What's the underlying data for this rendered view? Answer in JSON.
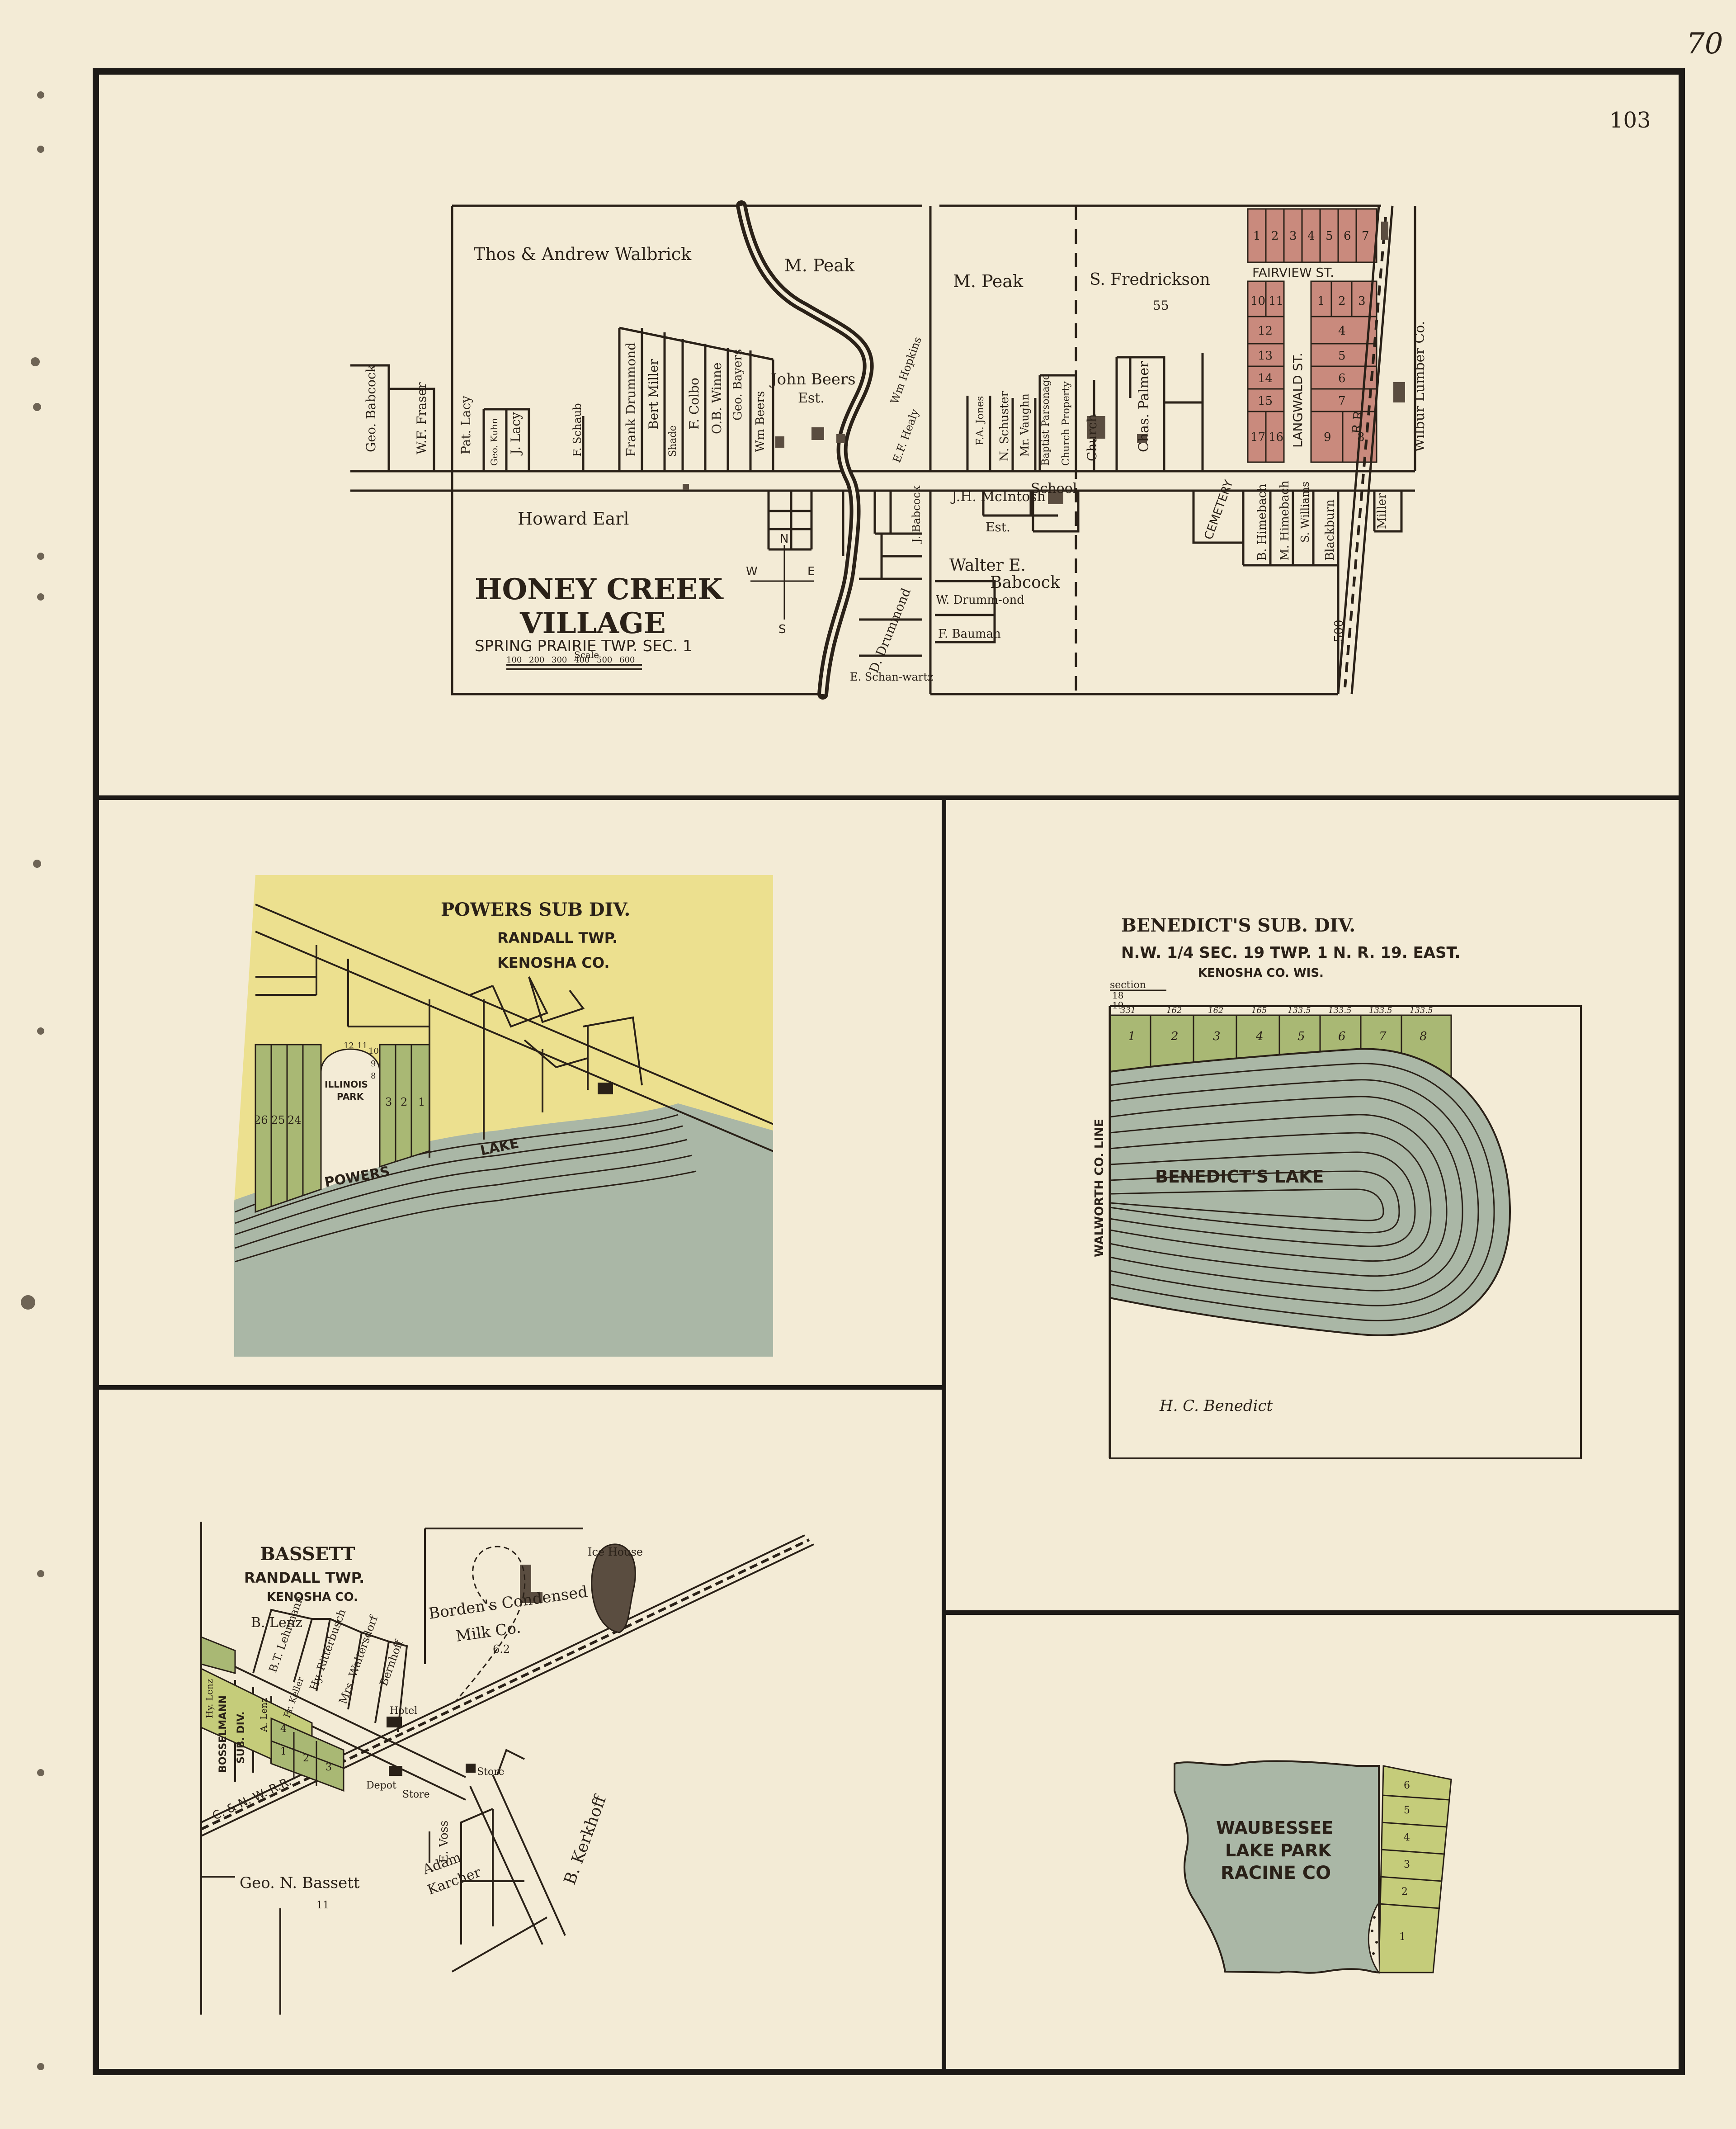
{
  "page": {
    "page_number": "103",
    "corner_note": "70"
  },
  "honey_creek": {
    "title_line1": "HONEY CREEK",
    "title_line2": "VILLAGE",
    "subtitle": "SPRING PRAIRIE TWP. SEC. 1",
    "scale_label": "Scale",
    "scale_ticks": [
      "100",
      "200",
      "300",
      "400",
      "500",
      "600"
    ],
    "compass": {
      "n": "N",
      "s": "S",
      "e": "E",
      "w": "W"
    },
    "labels": {
      "walbrick": "Thos & Andrew Walbrick",
      "m_peak_1": "M. Peak",
      "m_peak_2": "M. Peak",
      "fredrickson": "S. Fredrickson",
      "fredrickson_num": "55",
      "fairview": "FAIRVIEW ST.",
      "langwald": "LANGWALD ST.",
      "railroad": "R.R.",
      "wilbur": "Wilbur Lumber Co.",
      "john_beers": "John Beers",
      "john_beers_est": "Est.",
      "howard_earl": "Howard Earl",
      "jh_mcintosh": "J.H. McIntosh",
      "mcintosh_est": "Est.",
      "school": "School",
      "church": "Church",
      "chas_palmer": "Chas. Palmer",
      "cemetery": "CEMETERY",
      "walter_babcock_1": "Walter E.",
      "walter_babcock_2": "Babcock",
      "w_drummond": "W. Drumm-ond",
      "bauman": "F. Bauman",
      "d_drummond": "D. Drummond",
      "e_schanwartz": "E. Schan-wartz",
      "miller": "Miller",
      "num_500": "500"
    },
    "vertical_names": [
      "Geo. Babcock",
      "W.F. Fraser",
      "Pat. Lacy",
      "Geo. Kuhn",
      "J. Lacy",
      "F. Schaub",
      "Frank Drummond",
      "Bert Miller",
      "Shade",
      "F. Colbo",
      "O.B. Winne",
      "Geo. Bayers",
      "Wm Beers",
      "Wm Hopkins",
      "E.F. Healy",
      "F.A. Jones",
      "N. Schuster",
      "Mr. Vaughn",
      "Baptist Parsonage",
      "Church Property",
      "J. Babcock",
      "B. Himebach",
      "M. Himebach",
      "S. Williams",
      "Blackburn"
    ],
    "town_lot_numbers_row1": [
      "1",
      "2",
      "3",
      "4",
      "5",
      "6",
      "7"
    ],
    "town_lot_numbers_row2": [
      "10",
      "11",
      "1",
      "2",
      "3"
    ],
    "town_lot_numbers_col_w": [
      "12",
      "13",
      "14",
      "15",
      "17",
      "16"
    ],
    "town_lot_numbers_col_e": [
      "4",
      "5",
      "6",
      "7",
      "9",
      "8"
    ]
  },
  "powers": {
    "title": "POWERS SUB DIV.",
    "line2": "RANDALL TWP.",
    "line3": "KENOSHA CO.",
    "park_line1": "ILLINOIS",
    "park_line2": "PARK",
    "lake_word1": "POWERS",
    "lake_word2": "LAKE",
    "lots": [
      "26",
      "25",
      "24",
      "3",
      "2",
      "1",
      "12",
      "11",
      "10",
      "9",
      "8"
    ]
  },
  "benedict": {
    "title": "BENEDICT'S SUB. DIV.",
    "line2": "N.W. 1/4 SEC. 19 TWP. 1 N. R. 19. EAST.",
    "line3": "KENOSHA CO. WIS.",
    "section_label": "section",
    "section_nums": [
      "18",
      "19"
    ],
    "county_line": "WALWORTH CO. LINE",
    "lake_name": "BENEDICT'S LAKE",
    "owner": "H. C. Benedict",
    "lots": [
      "1",
      "2",
      "3",
      "4",
      "5",
      "6",
      "7",
      "8"
    ],
    "frontage": [
      "331",
      "162",
      "162",
      "165",
      "133.5",
      "133.5",
      "133.5",
      "133.5"
    ]
  },
  "bassett": {
    "title": "BASSETT",
    "line2": "RANDALL TWP.",
    "line3": "KENOSHA CO.",
    "labels": {
      "b_lenz": "B. Lenz",
      "bordens_1": "Borden's Condensed",
      "bordens_2": "Milk Co.",
      "bordens_num": "6.2",
      "ice_house": "Ice House",
      "hotel": "Hotel",
      "depot": "Depot",
      "store_1": "Store",
      "store_2": "Store",
      "railway": "C. & N. W. R.R.",
      "geo_bassett": "Geo. N. Bassett",
      "geo_bassett_num": "11",
      "adam_karcher_1": "Adam",
      "adam_karcher_2": "Karcher",
      "b_kerkhoff": "B. Kerkhoff",
      "e_voss": "E. Voss",
      "bosselmann": "BOSSELMANN",
      "sub_div": "SUB. DIV."
    },
    "vertical_names": [
      "B.T. Lehrmann",
      "Hy. Ritterbusch",
      "Mrs. Waltersdorf",
      "Bernhoff",
      "Hy. Lenz",
      "A. Lenz",
      "Fr. Keller"
    ],
    "lots": [
      "1",
      "2",
      "3",
      "4"
    ]
  },
  "waubessee": {
    "line1": "WAUBESSEE",
    "line2": "LAKE PARK",
    "line3": "RACINE CO",
    "lots": [
      "1",
      "2",
      "3",
      "4",
      "5",
      "6"
    ]
  },
  "colors": {
    "paper": "#f3ebd6",
    "ink": "#2a2118",
    "lake": "#aab7a6",
    "yellow_lots": "#ece08f",
    "green_lots": "#a9b874",
    "red_lots": "#c98a7d"
  }
}
